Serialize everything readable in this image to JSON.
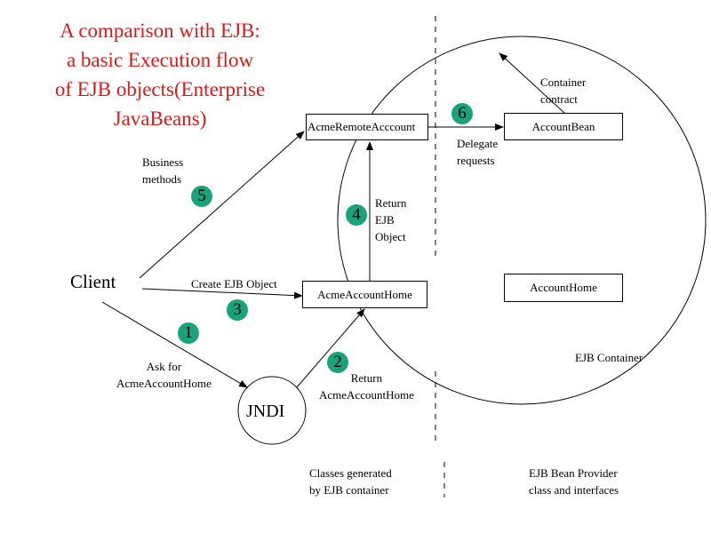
{
  "title": {
    "line1": "A comparison with EJB:",
    "line2": "a basic Execution flow",
    "line3": "of  EJB objects(Enterprise",
    "line4": "JavaBeans)"
  },
  "nodes": {
    "client": "Client",
    "jndi": "JNDI",
    "acme_remote": "AcmeRemoteAcccount",
    "acme_home": "AcmeAccountHome",
    "account_bean": "AccountBean",
    "account_home": "AccountHome"
  },
  "labels": {
    "business_methods_1": "Business",
    "business_methods_2": "methods",
    "create_ejb_object": "Create EJB Object",
    "ask_for_1": "Ask for",
    "ask_for_2": "AcmeAccountHome",
    "return_home_1": "Return",
    "return_home_2": "AcmeAccountHome",
    "return_ejb_1": "Return",
    "return_ejb_2": "EJB",
    "return_ejb_3": "Object",
    "delegate_1": "Delegate",
    "delegate_2": "requests",
    "container_contract_1": "Container",
    "container_contract_2": "contract",
    "ejb_container": "EJB Container",
    "classes_generated_1": "Classes generated",
    "classes_generated_2": "by EJB container",
    "bean_provider_1": "EJB Bean Provider",
    "bean_provider_2": "class and interfaces"
  },
  "steps": {
    "s1": "1",
    "s2": "2",
    "s3": "3",
    "s4": "4",
    "s5": "5",
    "s6": "6"
  },
  "colors": {
    "title": "#d81a1a",
    "step_badge": "#1aa37a",
    "lines": "#000000"
  }
}
